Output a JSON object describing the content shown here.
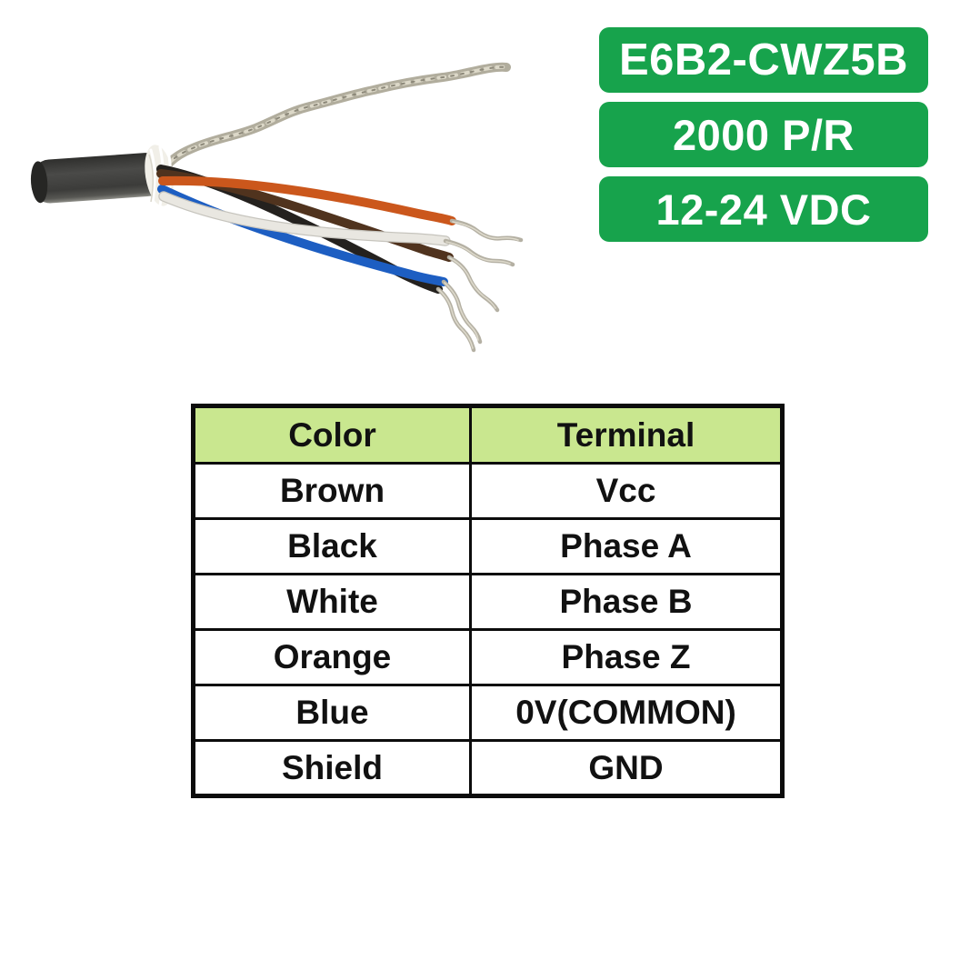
{
  "product": {
    "badges": [
      {
        "id": "model",
        "label": "E6B2-CWZ5B"
      },
      {
        "id": "resolution",
        "label": "2000 P/R"
      },
      {
        "id": "voltage",
        "label": "12-24 VDC"
      }
    ],
    "badge_bg_color": "#17a34c",
    "badge_text_color": "#ffffff"
  },
  "photo": {
    "subject": "stripped shielded encoder cable end",
    "parts": [
      "cable-jacket",
      "filler-tape",
      "shield-braid",
      "wire-black",
      "wire-brown",
      "wire-orange",
      "wire-blue",
      "wire-white",
      "tinned-wire-tips"
    ],
    "colors": {
      "jacket": "#454543",
      "shield_braid": "#b1ad9d",
      "tinned_tip": "#b4b0a3",
      "wire_black": "#24211e",
      "wire_brown": "#50331e",
      "wire_orange": "#cb571c",
      "wire_blue": "#1d5ec2",
      "wire_white": "#e9e7e1",
      "filler_tape": "#f1efe8"
    }
  },
  "wiring_table": {
    "header_bg_color": "#c9e78f",
    "border_color": "#0c0c0c",
    "headers": [
      "Color",
      "Terminal"
    ],
    "rows": [
      {
        "color": "Brown",
        "terminal": "Vcc"
      },
      {
        "color": "Black",
        "terminal": "Phase A"
      },
      {
        "color": "White",
        "terminal": "Phase B"
      },
      {
        "color": "Orange",
        "terminal": "Phase Z"
      },
      {
        "color": "Blue",
        "terminal": "0V(COMMON)"
      },
      {
        "color": "Shield",
        "terminal": "GND"
      }
    ]
  }
}
